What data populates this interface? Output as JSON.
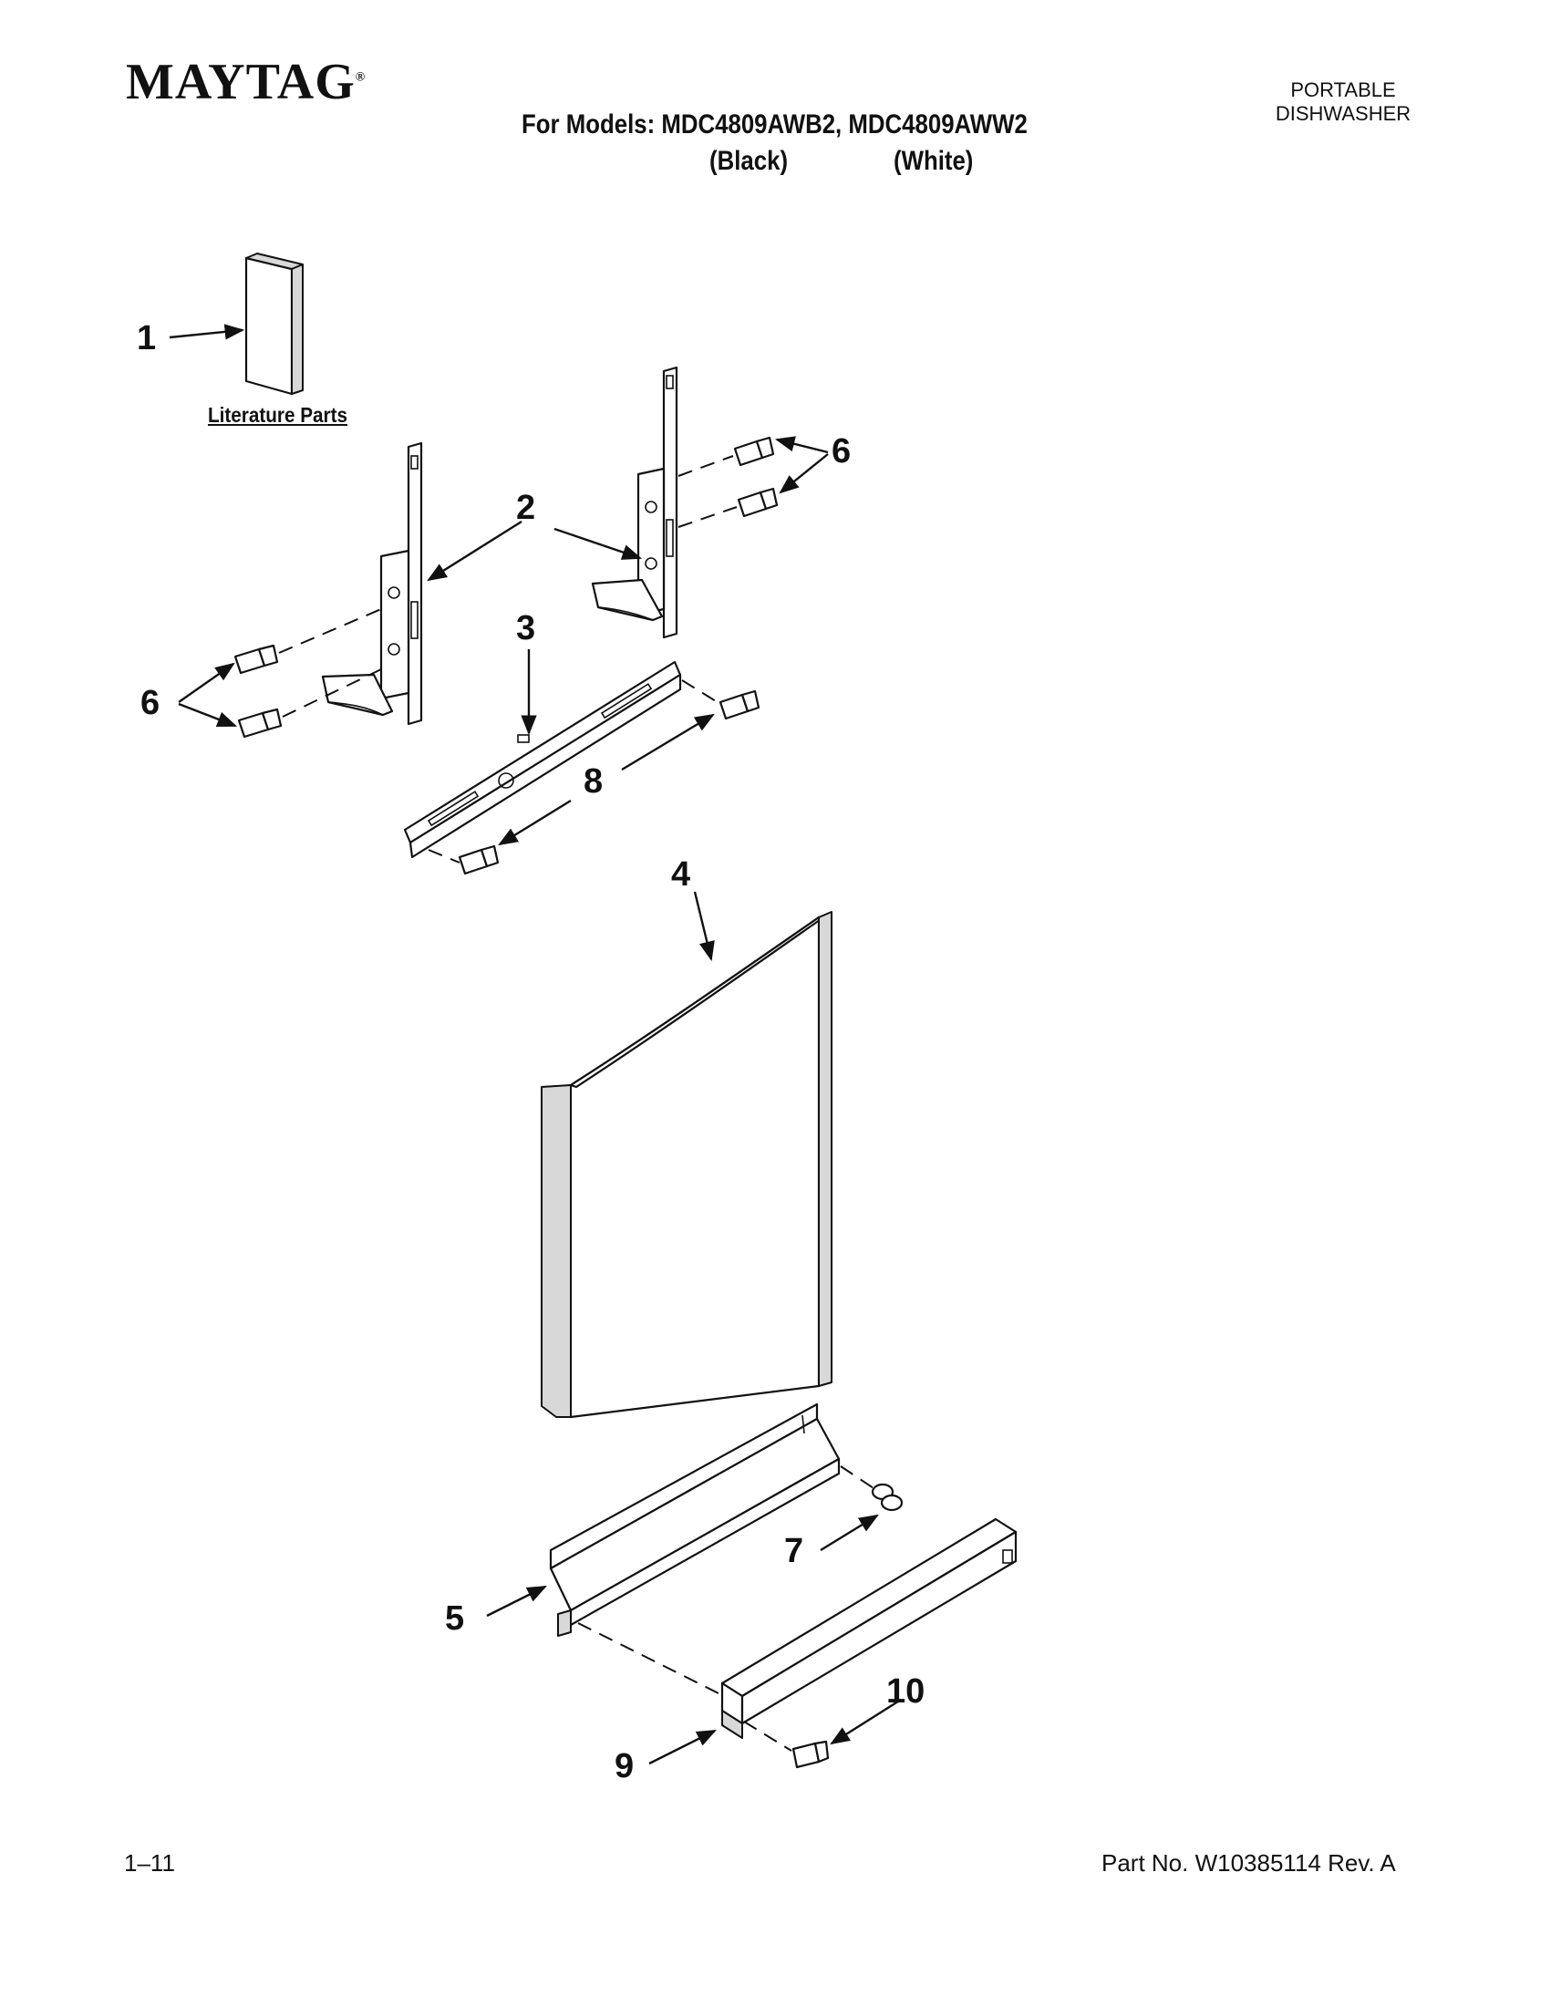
{
  "header": {
    "brand": "MAYTAG",
    "brand_mark": "®",
    "models": "For Models: MDC4809AWB2, MDC4809AWW2",
    "variant_black": "(Black)",
    "variant_white": "(White)",
    "product_type_line1": "PORTABLE",
    "product_type_line2": "DISHWASHER"
  },
  "diagram": {
    "literature_label": "Literature Parts",
    "callouts": {
      "c1": "1",
      "c2": "2",
      "c3": "3",
      "c4": "4",
      "c5": "5",
      "c6_left": "6",
      "c6_right": "6",
      "c7": "7",
      "c8": "8",
      "c9": "9",
      "c10": "10"
    }
  },
  "footer": {
    "page": "1–11",
    "part_number": "Part No. W10385114 Rev. A"
  }
}
